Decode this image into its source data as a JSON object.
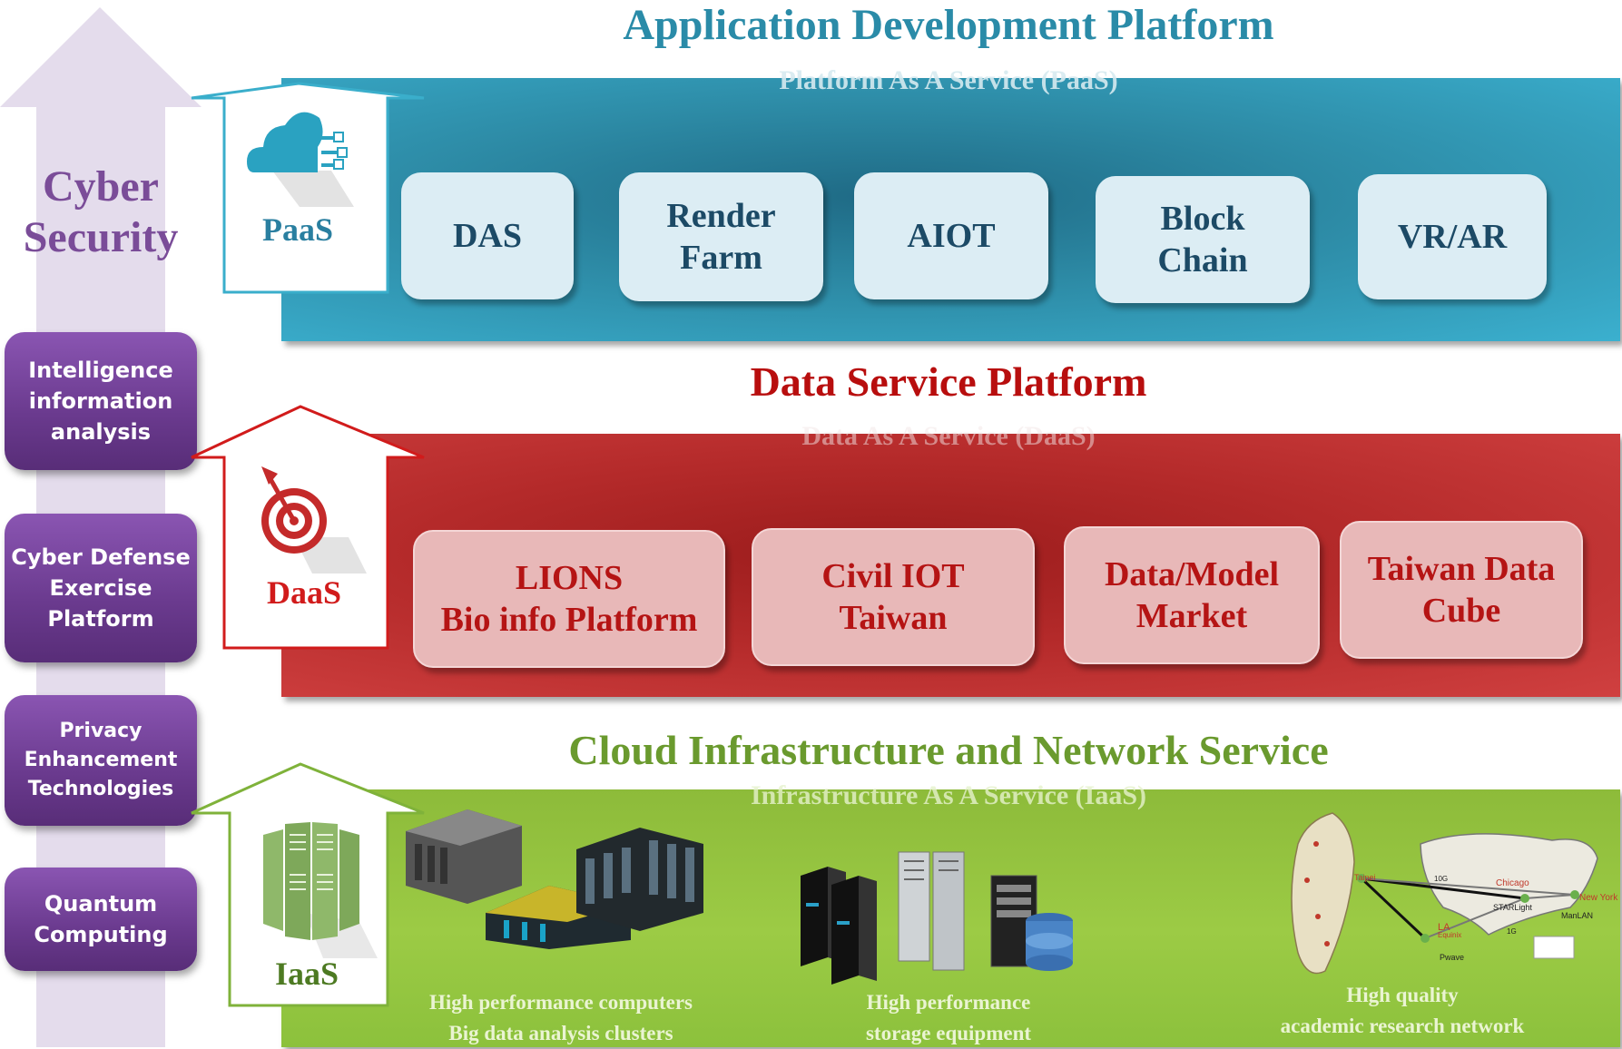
{
  "cyber": {
    "title_line1": "Cyber",
    "title_line2": "Security",
    "items": [
      {
        "line1": "Intelligence",
        "line2": "information",
        "line3": "analysis"
      },
      {
        "line1": "Cyber Defense",
        "line2": "Exercise",
        "line3": "Platform"
      },
      {
        "line1": "Privacy",
        "line2": "Enhancement",
        "line3": "Technologies"
      },
      {
        "line1": "Quantum",
        "line2": "Computing"
      }
    ]
  },
  "paas": {
    "title": "Application Development Platform",
    "subtitle": "Platform As A Service (PaaS)",
    "arrow_label": "PaaS",
    "tiles": [
      {
        "line1": "DAS"
      },
      {
        "line1": "Render",
        "line2": "Farm"
      },
      {
        "line1": "AIOT"
      },
      {
        "line1": "Block",
        "line2": "Chain"
      },
      {
        "line1": "VR/AR"
      }
    ]
  },
  "daas": {
    "title": "Data Service Platform",
    "subtitle": "Data As A Service (DaaS)",
    "arrow_label": "DaaS",
    "tiles": [
      {
        "line1": "LIONS",
        "line2": "Bio info Platform"
      },
      {
        "line1": "Civil IOT",
        "line2": "Taiwan"
      },
      {
        "line1": "Data/Model",
        "line2": "Market"
      },
      {
        "line1": "Taiwan Data",
        "line2": "Cube"
      }
    ]
  },
  "iaas": {
    "title": "Cloud Infrastructure and Network Service",
    "subtitle": "Infrastructure  As A Service (IaaS)",
    "arrow_label": "IaaS",
    "items": [
      {
        "line1": "High performance computers",
        "line2": "Big data analysis clusters"
      },
      {
        "line1": "High performance",
        "line2": "storage equipment"
      },
      {
        "line1": "High quality",
        "line2": "academic research network"
      }
    ],
    "map_labels": {
      "taipei": "Taipei",
      "chicago": "Chicago",
      "starlight": "STARLight",
      "newyork": "New York",
      "manlan": "ManLAN",
      "la": "LA",
      "equinix": "Equinix",
      "pwave": "Pwave",
      "bw1": "10G",
      "bw2": "1G"
    }
  },
  "colors": {
    "cyber_purple": "#7a4c98",
    "paas_title": "#2a8ba8",
    "daas_title": "#b80e0e",
    "iaas_title": "#6a9a2e"
  }
}
